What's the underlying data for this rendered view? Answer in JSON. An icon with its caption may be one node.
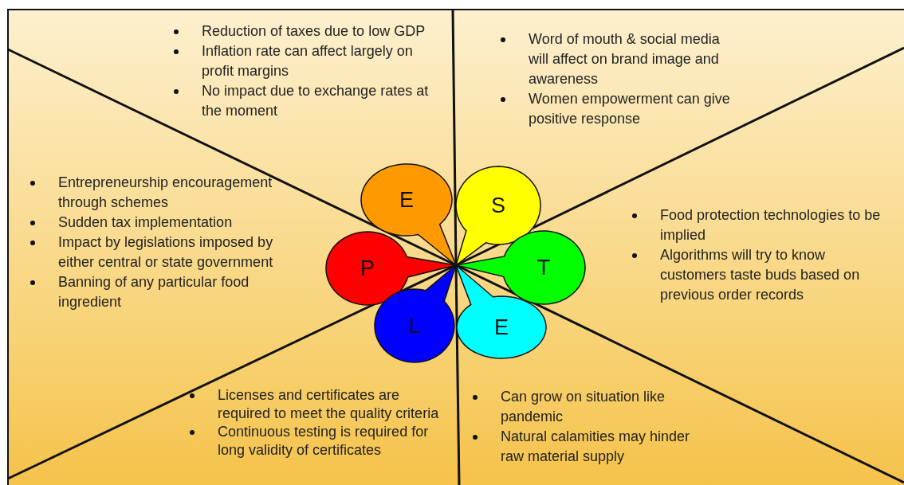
{
  "diagram": {
    "nodes": [
      {
        "text": [
          "P"
        ]
      },
      {
        "text": [
          "E"
        ]
      },
      {
        "text": [
          "S"
        ]
      },
      {
        "text": [
          "T"
        ]
      },
      {
        "text": [
          "E"
        ]
      },
      {
        "text": [
          "L"
        ]
      }
    ],
    "labels": [
      "Reduction of taxes due to low GDP",
      "Inflation rate can affect largely on profit margins",
      "No impact due to exchange rates at the moment",
      "Word of mouth & social media will affect on brand image and awareness",
      "Women empowerment can give positive response",
      "Entrepreneurship encouragement through schemes",
      "Sudden tax implementation",
      "Impact by legislations imposed by either central or state government",
      "Banning of any particular food ingredient",
      "Food protection technologies to be implied",
      "Algorithms will try to know customers taste buds based on previous order records",
      "Licenses and certificates are required to meet the quality criteria",
      "Continuous testing is required for long validity of certificates",
      "Can grow on situation like pandemic",
      "Natural calamities may hinder raw material supply"
    ]
  }
}
